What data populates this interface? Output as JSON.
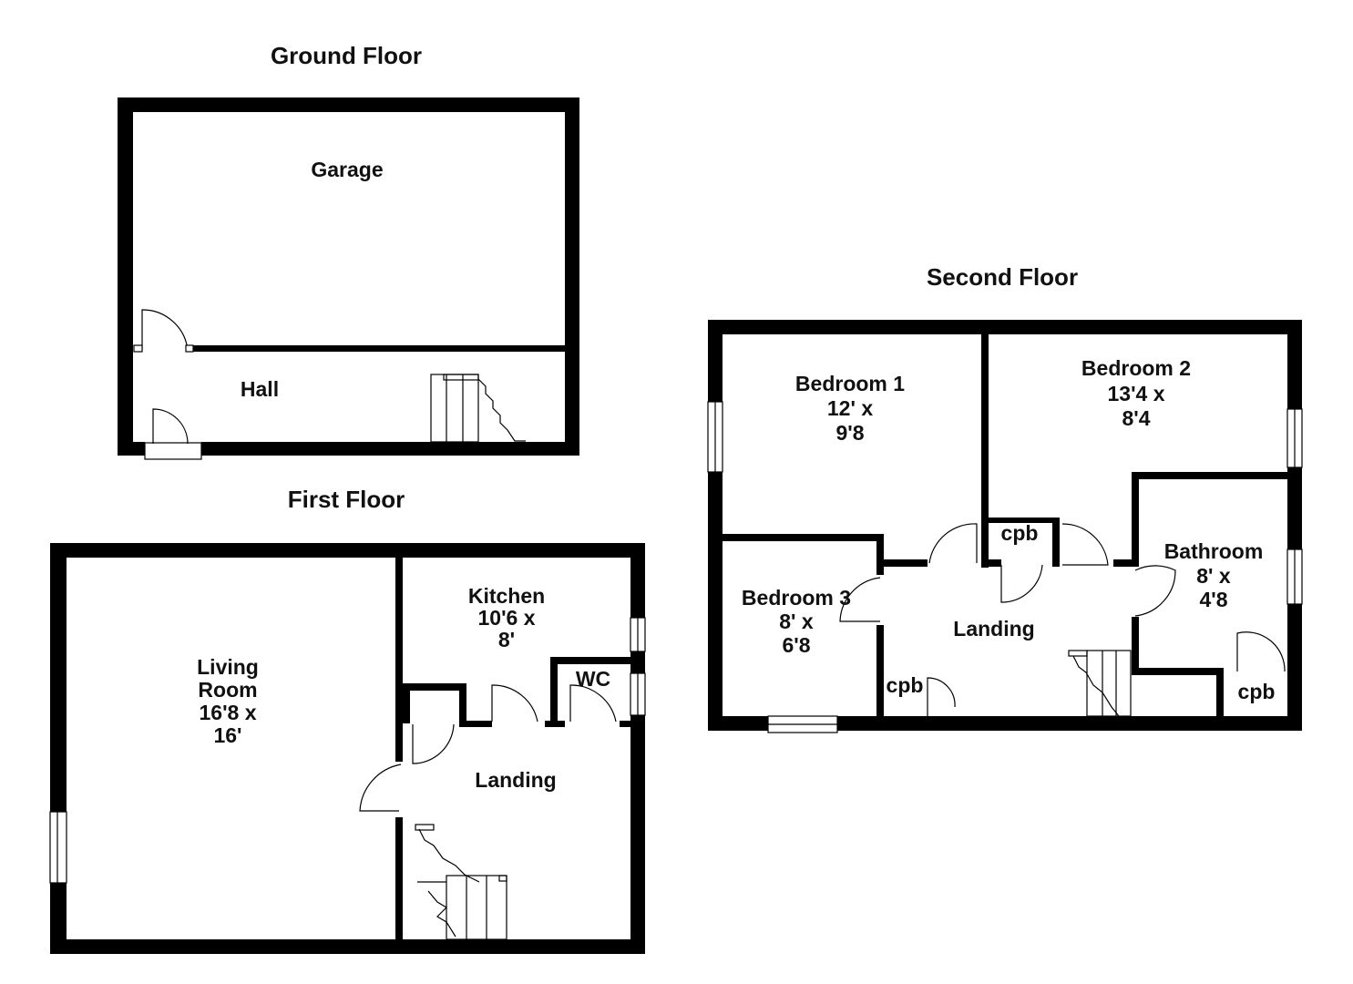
{
  "floors": {
    "ground": {
      "title": "Ground Floor",
      "rooms": {
        "garage": "Garage",
        "hall": "Hall"
      }
    },
    "first": {
      "title": "First Floor",
      "rooms": {
        "living": [
          "Living",
          "Room",
          "16'8 x",
          "16'"
        ],
        "kitchen": [
          "Kitchen",
          "10'6 x",
          "8'"
        ],
        "wc": "WC",
        "landing": "Landing"
      }
    },
    "second": {
      "title": "Second Floor",
      "rooms": {
        "bedroom1": [
          "Bedroom 1",
          "12' x",
          "9'8"
        ],
        "bedroom2": [
          "Bedroom 2",
          "13'4 x",
          "8'4"
        ],
        "bedroom3": [
          "Bedroom 3",
          "8' x",
          "6'8"
        ],
        "bathroom": [
          "Bathroom",
          "8' x",
          "4'8"
        ],
        "landing": "Landing",
        "cpb_top": "cpb",
        "cpb_left": "cpb",
        "cpb_right": "cpb"
      }
    }
  }
}
